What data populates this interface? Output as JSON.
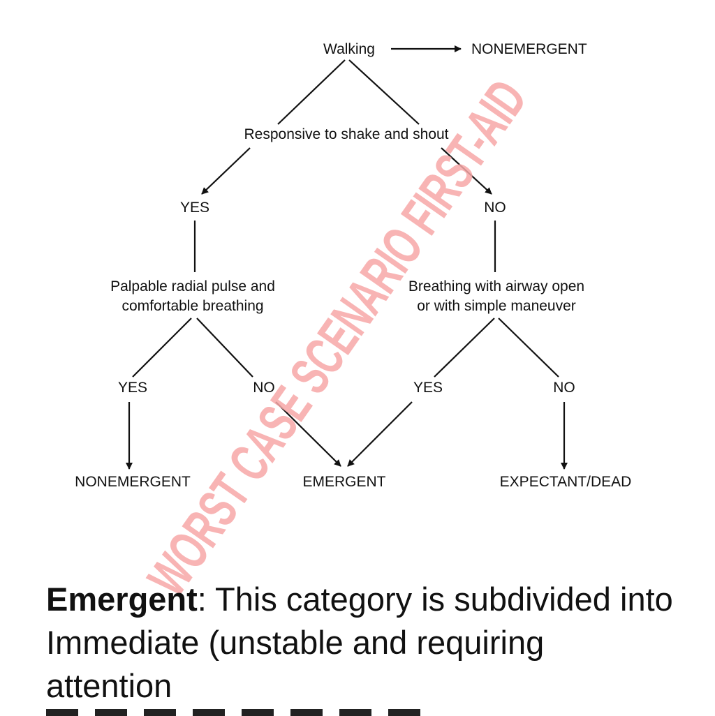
{
  "diagram": {
    "nodes": {
      "walking": "Walking",
      "nonemergent_top": "NONEMERGENT",
      "responsive": "Responsive to shake and shout",
      "yes_left": "YES",
      "no_right": "NO",
      "pulse_line1": "Palpable radial pulse and",
      "pulse_line2": "comfortable breathing",
      "breathing_line1": "Breathing with airway open",
      "breathing_line2": "or with simple maneuver",
      "yes_pulse": "YES",
      "no_pulse": "NO",
      "yes_breathing": "YES",
      "no_breathing": "NO",
      "nonemergent_bottom": "NONEMERGENT",
      "emergent": "EMERGENT",
      "expectant": "EXPECTANT/DEAD"
    }
  },
  "watermark": {
    "text": "WORST CASE SCENARIO FIRST-AID",
    "color": "#f7a8a8"
  },
  "caption": {
    "bold_term": "Emergent",
    "text": ": This category is subdivided into Immediate (unstable and requiring attention"
  }
}
